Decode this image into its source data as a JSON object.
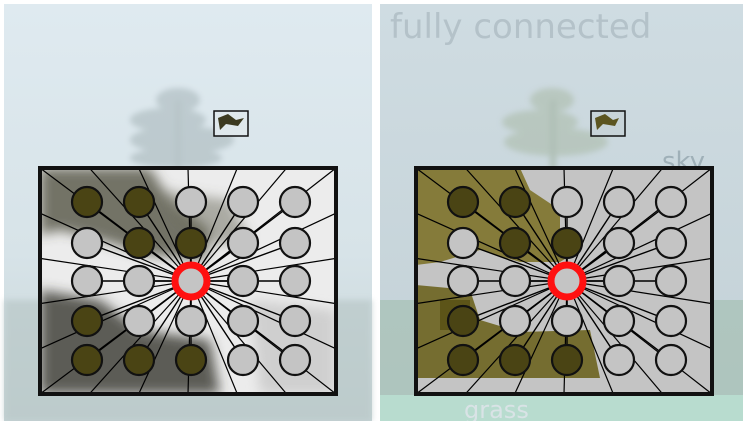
{
  "figure": {
    "title": "fully connected",
    "labels": {
      "sky": "sky",
      "grass": "grass"
    },
    "colors": {
      "node_dark": "#4a4414",
      "node_light": "#c4c4c4",
      "node_stroke": "#111111",
      "center_ring": "#ff1010",
      "edge": "#000000",
      "patch_border": "#111111",
      "left_bg_top": "#dce8ee",
      "left_bg_bottom": "#c9d6da",
      "right_bg": "#c7d5dc",
      "label_sky": "#9fb0b8",
      "label_grass": "#d9e3e6",
      "grass_band": "#b8dccf",
      "title_color": "#b4c2c9"
    },
    "grid": {
      "rows": 5,
      "cols": 5,
      "center": [
        2,
        2
      ],
      "left_labels": [
        [
          "dark",
          "dark",
          "light",
          "light",
          "light"
        ],
        [
          "light",
          "dark",
          "dark",
          "light",
          "light"
        ],
        [
          "light",
          "light",
          "center",
          "light",
          "light"
        ],
        [
          "dark",
          "light",
          "light",
          "light",
          "light"
        ],
        [
          "dark",
          "dark",
          "dark",
          "light",
          "light"
        ]
      ],
      "right_labels": [
        [
          "dark",
          "dark",
          "light",
          "light",
          "light"
        ],
        [
          "light",
          "dark",
          "dark",
          "light",
          "light"
        ],
        [
          "light",
          "light",
          "center",
          "light",
          "light"
        ],
        [
          "dark",
          "light",
          "light",
          "light",
          "light"
        ],
        [
          "dark",
          "dark",
          "dark",
          "light",
          "light"
        ]
      ]
    }
  }
}
